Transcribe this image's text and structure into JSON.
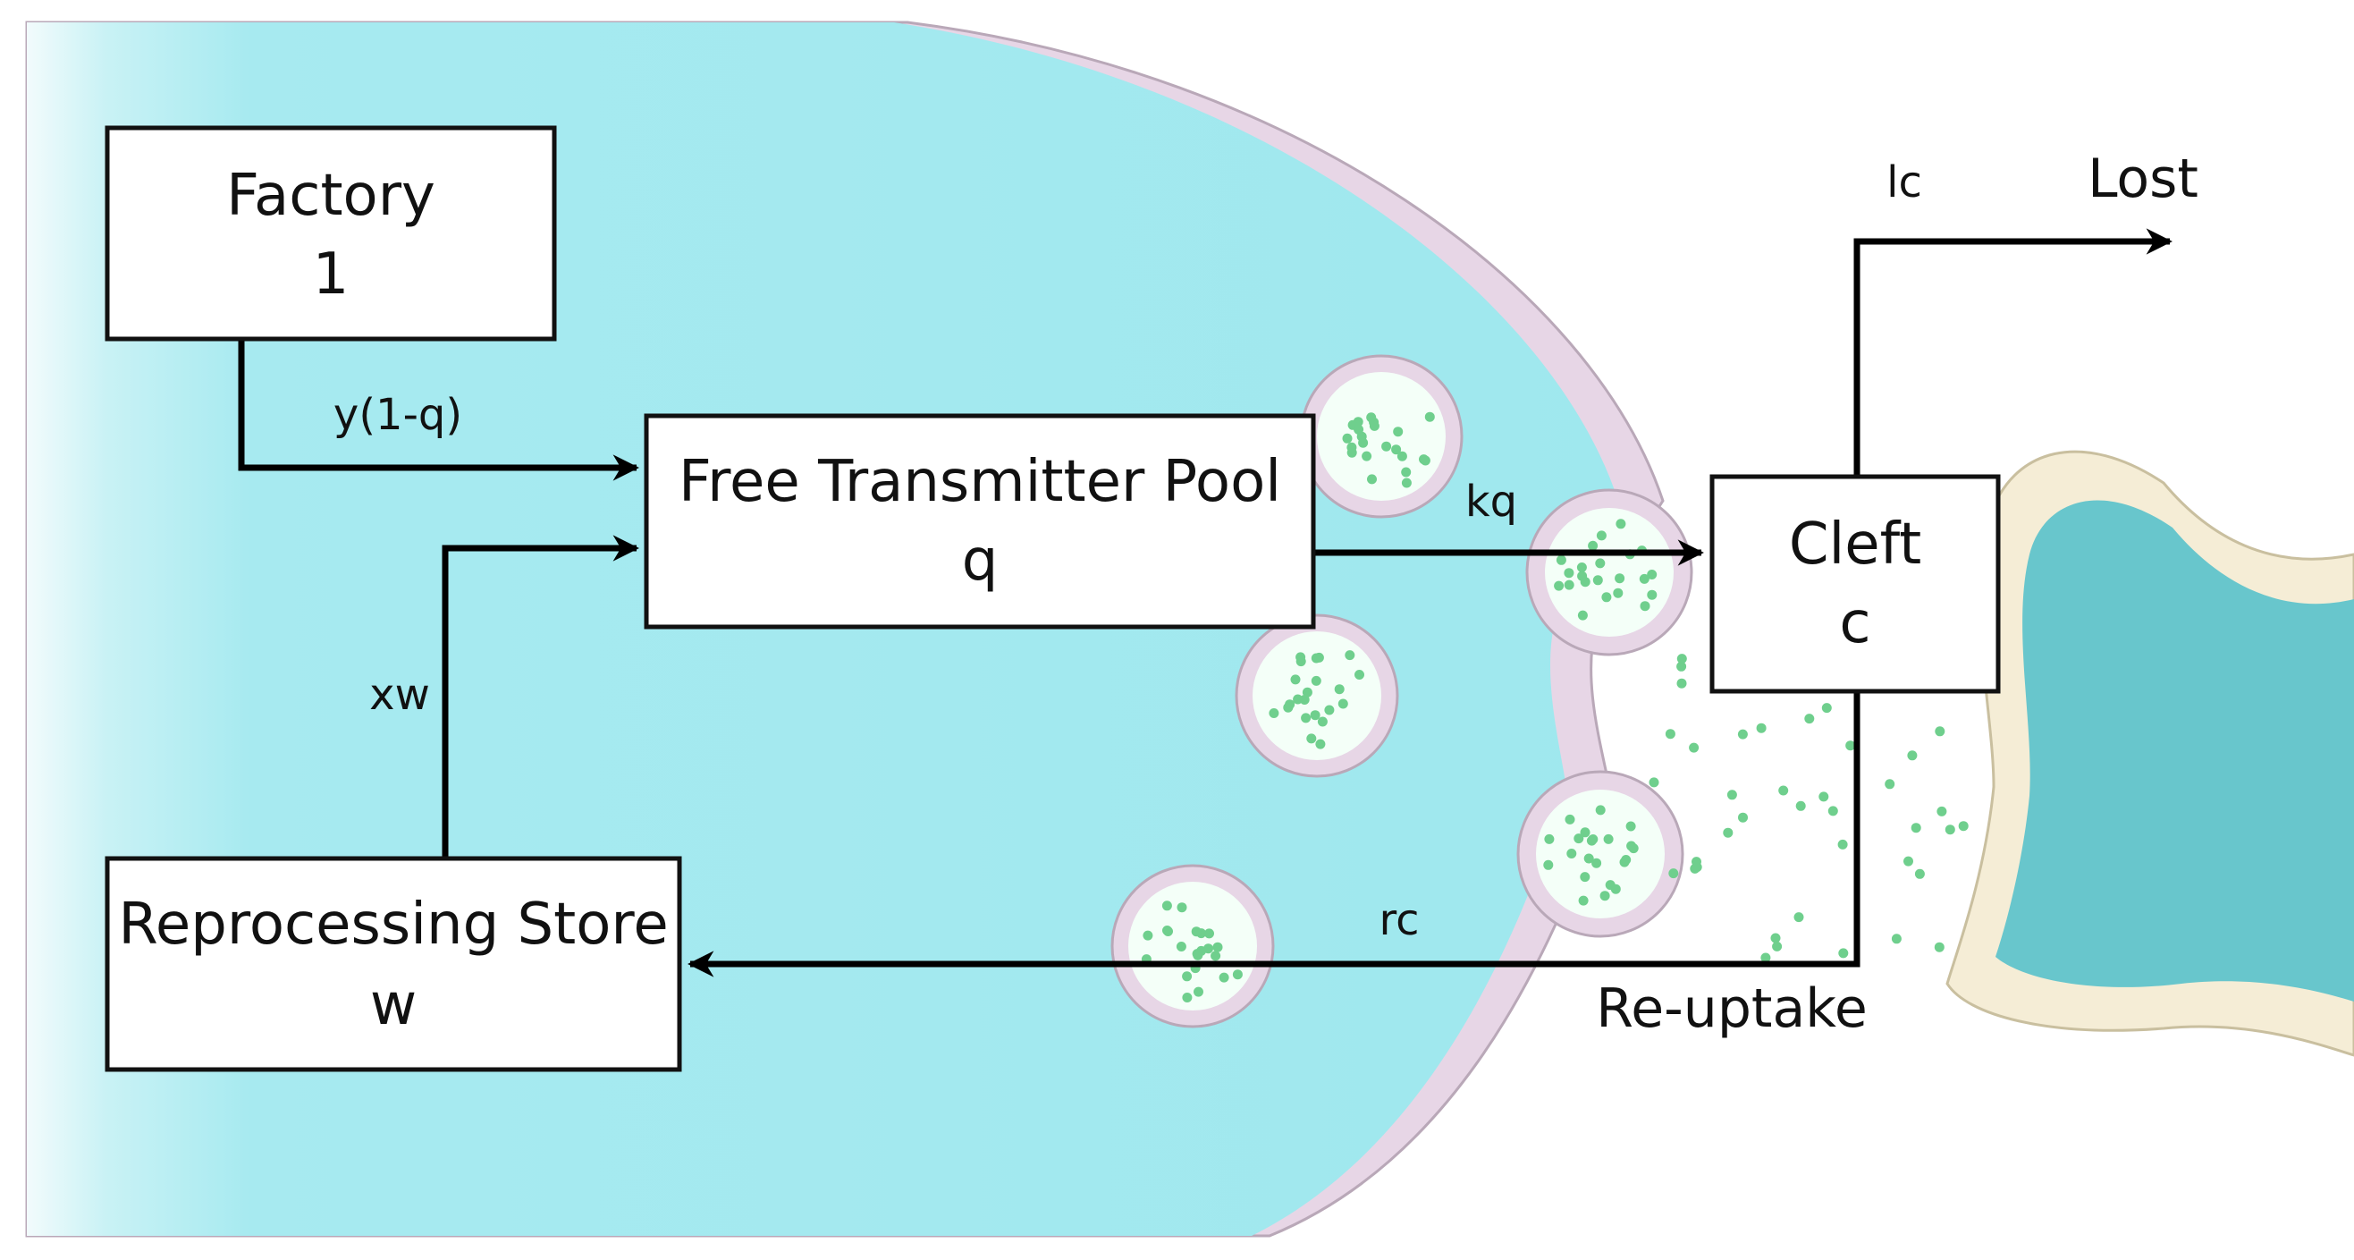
{
  "boxes": {
    "factory": {
      "title": "Factory",
      "sub": "1"
    },
    "pool": {
      "title": "Free Transmitter Pool",
      "sub": "q"
    },
    "cleft": {
      "title": "Cleft",
      "sub": "c"
    },
    "store": {
      "title": "Reprocessing Store",
      "sub": "w"
    }
  },
  "flows": {
    "production": "y(1-q)",
    "release": "kq",
    "loss_rate": "lc",
    "lost": "Lost",
    "reuptake_rate": "rc",
    "reuptake": "Re-uptake",
    "reprocess": "xw"
  },
  "colors": {
    "cytoplasm": "#a3e9ef",
    "membrane": "#e7d6e6",
    "vesicle_dots": "#6fcf8d",
    "postsynaptic_fill": "#68c6cc",
    "postsynaptic_rim": "#f5edd6"
  }
}
